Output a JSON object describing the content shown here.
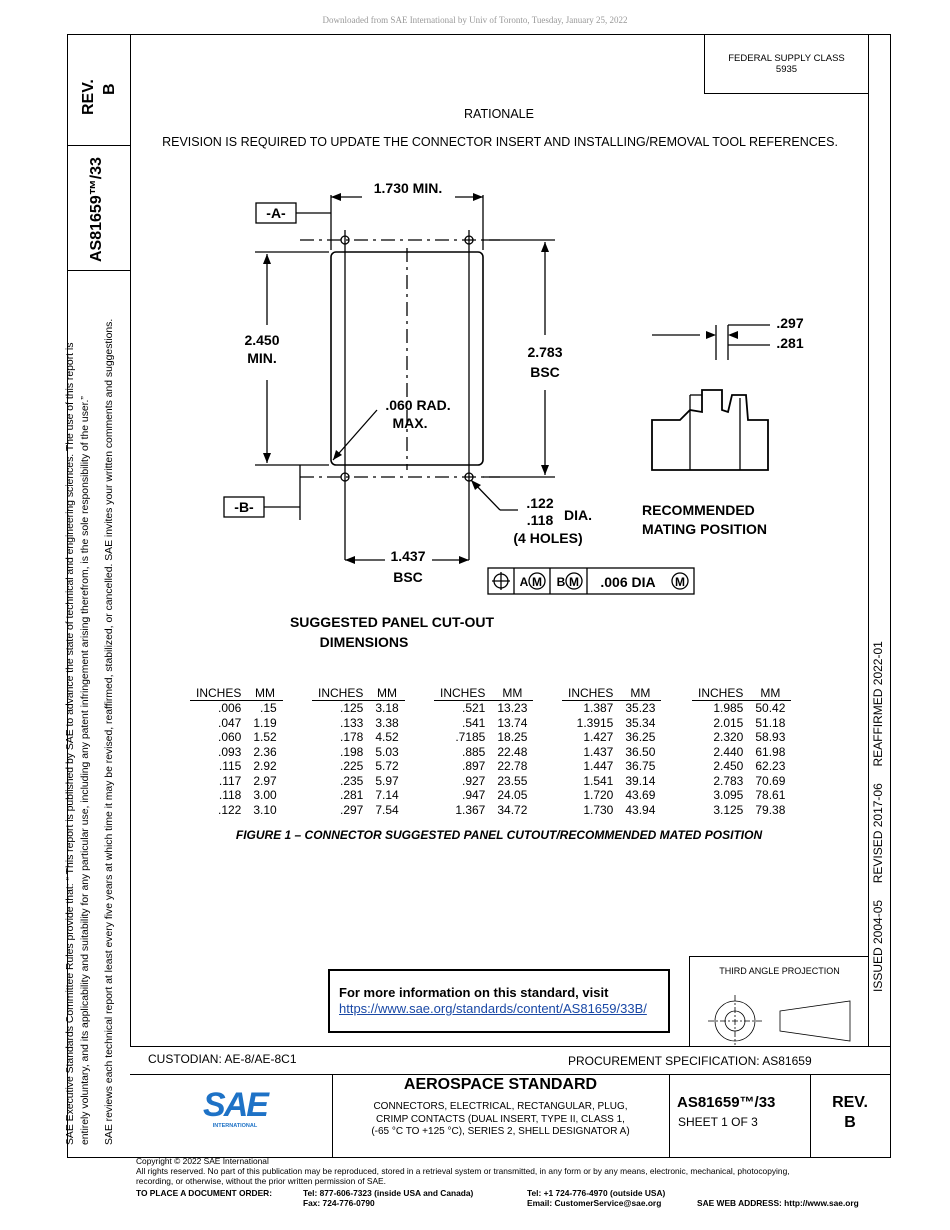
{
  "download_header": "Downloaded from SAE International by Univ of Toronto, Tuesday, January 25, 2022",
  "supply_class": {
    "line1": "FEDERAL SUPPLY CLASS",
    "line2": "5935"
  },
  "left_box": {
    "rev": "REV.",
    "rev_letter": "B",
    "doc_number": "AS81659™/33"
  },
  "left_notes": {
    "line1": "SAE Executive Standards Committee Rules provide that: “ This report is published by SAE to advance the state of technical and engineering sciences. The use of this report is",
    "line2": "entirely voluntary, and its applicability and suitability for any particular use, including any patent infringement arising therefrom, is the sole responsibility of the user.”",
    "line3": "SAE reviews each technical report at least every five years at which time it may be revised, reaffirmed, stabilized, or cancelled. SAE invites your written comments and suggestions."
  },
  "right_dates": "ISSUED 2004-05     REVISED 2017-06     REAFFIRMED 2022-01",
  "rationale_title": "RATIONALE",
  "rationale_text": "REVISION IS REQUIRED TO UPDATE THE CONNECTOR INSERT AND INSTALLING/REMOVAL TOOL REFERENCES.",
  "drawing": {
    "dim_width": "1.730 MIN.",
    "datum_a": "-A-",
    "datum_b": "-B-",
    "dim_height_1": "2.450",
    "dim_height_2": "MIN.",
    "dim_bsc_1": "2.783",
    "dim_bsc_2": "BSC",
    "rad_1": ".060 RAD.",
    "rad_2": "MAX.",
    "holes_1": ".122",
    "holes_2": ".118",
    "holes_dia": "DIA.",
    "holes_3": "(4 HOLES)",
    "hole_spacing_1": "1.437",
    "hole_spacing_2": "BSC",
    "tolerance": ".006 DIA",
    "tol_a": "A",
    "tol_b": "B",
    "tol_m": "M",
    "mate_dim_1": ".297",
    "mate_dim_2": ".281",
    "mate_label_1": "RECOMMENDED",
    "mate_label_2": "MATING POSITION",
    "cutout_label_1": "SUGGESTED PANEL CUT-OUT",
    "cutout_label_2": "DIMENSIONS"
  },
  "conversion_tables": [
    {
      "headers": [
        "INCHES",
        "MM"
      ],
      "rows": [
        [
          ".006",
          ".15"
        ],
        [
          ".047",
          "1.19"
        ],
        [
          ".060",
          "1.52"
        ],
        [
          ".093",
          "2.36"
        ],
        [
          ".115",
          "2.92"
        ],
        [
          ".117",
          "2.97"
        ],
        [
          ".118",
          "3.00"
        ],
        [
          ".122",
          "3.10"
        ]
      ]
    },
    {
      "headers": [
        "INCHES",
        "MM"
      ],
      "rows": [
        [
          ".125",
          "3.18"
        ],
        [
          ".133",
          "3.38"
        ],
        [
          ".178",
          "4.52"
        ],
        [
          ".198",
          "5.03"
        ],
        [
          ".225",
          "5.72"
        ],
        [
          ".235",
          "5.97"
        ],
        [
          ".281",
          "7.14"
        ],
        [
          ".297",
          "7.54"
        ]
      ]
    },
    {
      "headers": [
        "INCHES",
        "MM"
      ],
      "rows": [
        [
          ".521",
          "13.23"
        ],
        [
          ".541",
          "13.74"
        ],
        [
          ".7185",
          "18.25"
        ],
        [
          ".885",
          "22.48"
        ],
        [
          ".897",
          "22.78"
        ],
        [
          ".927",
          "23.55"
        ],
        [
          ".947",
          "24.05"
        ],
        [
          "1.367",
          "34.72"
        ]
      ]
    },
    {
      "headers": [
        "INCHES",
        "MM"
      ],
      "rows": [
        [
          "1.387",
          "35.23"
        ],
        [
          "1.3915",
          "35.34"
        ],
        [
          "1.427",
          "36.25"
        ],
        [
          "1.437",
          "36.50"
        ],
        [
          "1.447",
          "36.75"
        ],
        [
          "1.541",
          "39.14"
        ],
        [
          "1.720",
          "43.69"
        ],
        [
          "1.730",
          "43.94"
        ]
      ]
    },
    {
      "headers": [
        "INCHES",
        "MM"
      ],
      "rows": [
        [
          "1.985",
          "50.42"
        ],
        [
          "2.015",
          "51.18"
        ],
        [
          "2.320",
          "58.93"
        ],
        [
          "2.440",
          "61.98"
        ],
        [
          "2.450",
          "62.23"
        ],
        [
          "2.783",
          "70.69"
        ],
        [
          "3.095",
          "78.61"
        ],
        [
          "3.125",
          "79.38"
        ]
      ]
    }
  ],
  "figure_caption": "FIGURE 1 – CONNECTOR SUGGESTED PANEL CUTOUT/RECOMMENDED MATED POSITION",
  "info_box": {
    "text": "For more information on this standard, visit",
    "link": "https://www.sae.org/standards/content/AS81659/33B/"
  },
  "projection_label": "THIRD ANGLE PROJECTION",
  "title_block": {
    "custodian": "CUSTODIAN: AE-8/AE-8C1",
    "procurement": "PROCUREMENT SPECIFICATION: AS81659",
    "logo_text": "SAE",
    "logo_sub": "INTERNATIONAL",
    "heading": "AEROSPACE STANDARD",
    "desc_1": "CONNECTORS, ELECTRICAL, RECTANGULAR, PLUG,",
    "desc_2": "CRIMP CONTACTS (DUAL INSERT, TYPE II, CLASS 1,",
    "desc_3": "(-65 °C TO +125 °C), SERIES 2, SHELL DESIGNATOR A)",
    "doc_number": "AS81659™/33",
    "sheet": "SHEET 1 OF 3",
    "rev": "REV.",
    "rev_letter": "B"
  },
  "footer": {
    "copyright": "Copyright © 2022 SAE International",
    "rights_1": "All rights reserved. No part of this publication may be reproduced, stored in a retrieval system or transmitted, in any form or by any means, electronic, mechanical, photocopying,",
    "rights_2": "recording, or otherwise, without the prior written permission of SAE.",
    "order_label": "TO PLACE A DOCUMENT ORDER:",
    "tel_us": "Tel: 877-606-7323 (inside USA and Canada)",
    "tel_intl": "Tel: +1 724-776-4970 (outside USA)",
    "fax": "Fax: 724-776-0790",
    "email": "Email: CustomerService@sae.org",
    "web": "SAE WEB ADDRESS: http://www.sae.org"
  }
}
